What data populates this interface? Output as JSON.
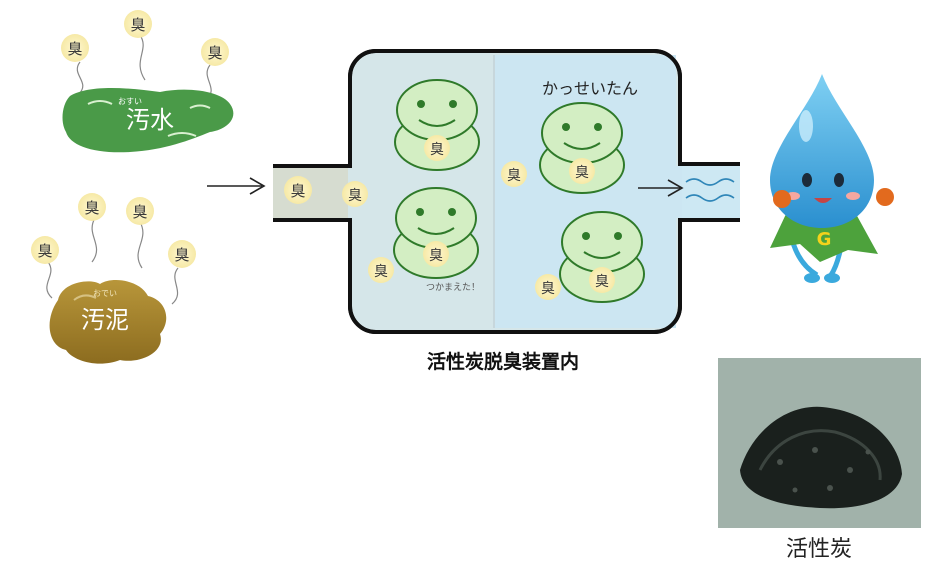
{
  "odor_char": "臭",
  "sources": {
    "wastewater": {
      "label": "汚水",
      "ruby": "おすい"
    },
    "sludge": {
      "label": "汚泥",
      "ruby": "おでい"
    }
  },
  "device": {
    "caption": "活性炭脱臭装置内",
    "hiragana_label": "かっせいたん",
    "caught_text": "つかまえた！"
  },
  "mascot": {
    "cape_letter": "G"
  },
  "photo": {
    "caption": "活性炭"
  },
  "colors": {
    "odor_bubble": "#fdf1b8",
    "odor_text": "#3a3a3a",
    "wastewater": "#4a9a48",
    "sludge": "#a8862b",
    "device_fill": "#d7e8ee",
    "device_border": "#111111",
    "frog": "#d3eec3",
    "frog_outline": "#2f7a2a",
    "drop": "#3aa9dd",
    "cape": "#4da23c",
    "cape_letter": "#f4d21b"
  }
}
